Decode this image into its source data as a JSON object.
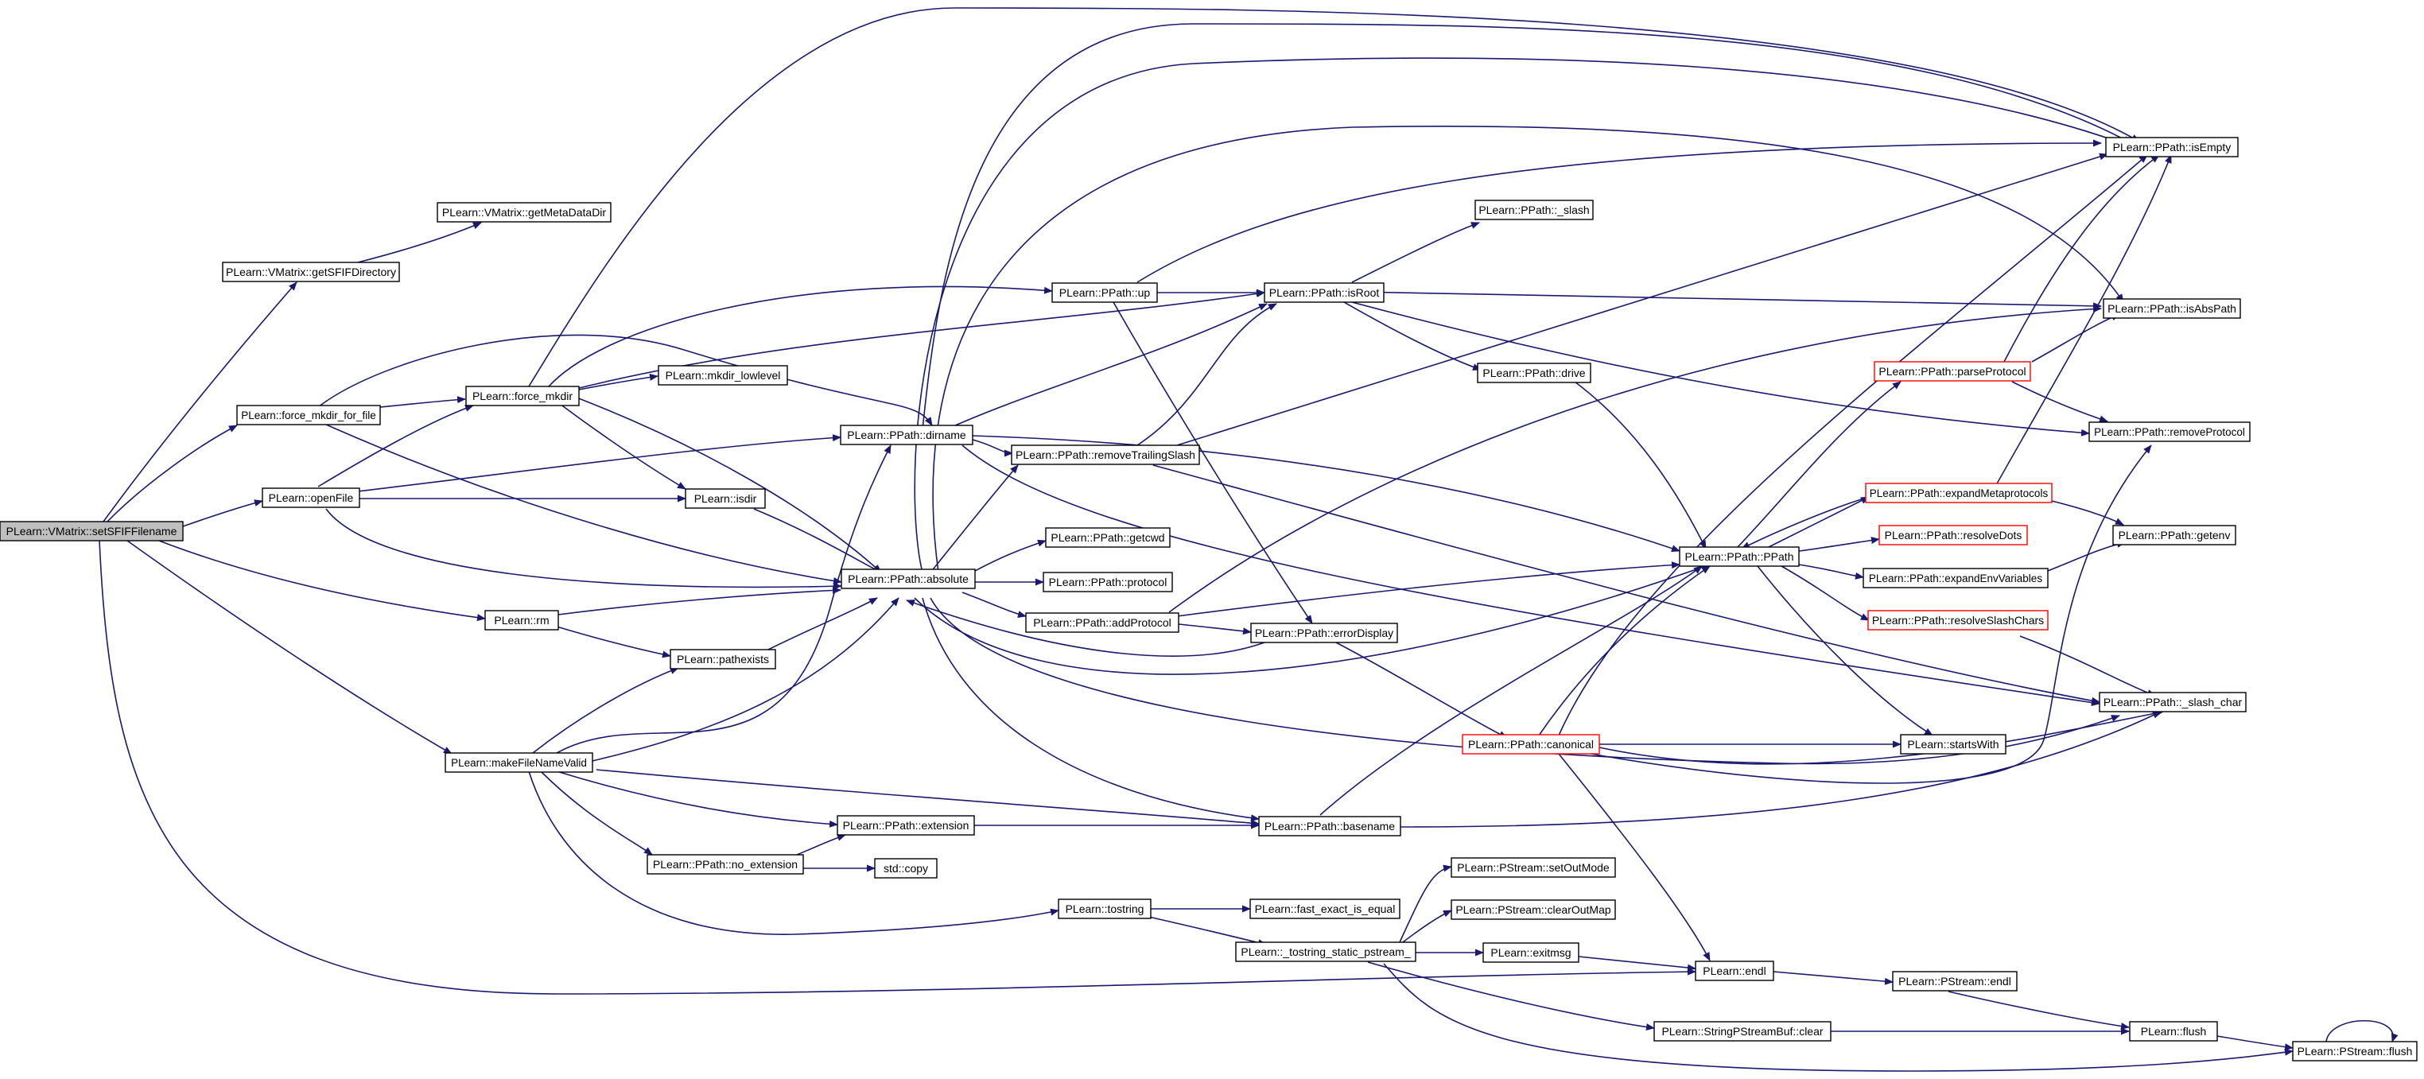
{
  "colors": {
    "edge": "#191970",
    "node_border": "#000000",
    "node_border_truncated": "#ff0000",
    "root_fill": "#bfbfbf",
    "node_fill": "#ffffff"
  },
  "nodes": [
    {
      "id": "setSFIF",
      "label": "PLearn::VMatrix::setSFIFFilename",
      "style": "root"
    },
    {
      "id": "getMeta",
      "label": "PLearn::VMatrix::getMetaDataDir"
    },
    {
      "id": "getSFIFDir",
      "label": "PLearn::VMatrix::getSFIFDirectory"
    },
    {
      "id": "forceMkdirFile",
      "label": "PLearn::force_mkdir_for_file"
    },
    {
      "id": "forceMkdir",
      "label": "PLearn::force_mkdir"
    },
    {
      "id": "mkdirLow",
      "label": "PLearn::mkdir_lowlevel"
    },
    {
      "id": "openFile",
      "label": "PLearn::openFile"
    },
    {
      "id": "isdir",
      "label": "PLearn::isdir"
    },
    {
      "id": "rm",
      "label": "PLearn::rm"
    },
    {
      "id": "pathexists",
      "label": "PLearn::pathexists"
    },
    {
      "id": "makeValid",
      "label": "PLearn::makeFileNameValid"
    },
    {
      "id": "dirname",
      "label": "PLearn::PPath::dirname"
    },
    {
      "id": "absolute",
      "label": "PLearn::PPath::absolute"
    },
    {
      "id": "extension",
      "label": "PLearn::PPath::extension"
    },
    {
      "id": "noext",
      "label": "PLearn::PPath::no_extension"
    },
    {
      "id": "stdcopy",
      "label": "std::copy"
    },
    {
      "id": "up",
      "label": "PLearn::PPath::up"
    },
    {
      "id": "removeTrailing",
      "label": "PLearn::PPath::removeTrailingSlash"
    },
    {
      "id": "getcwd",
      "label": "PLearn::PPath::getcwd"
    },
    {
      "id": "protocol",
      "label": "PLearn::PPath::protocol"
    },
    {
      "id": "addProtocol",
      "label": "PLearn::PPath::addProtocol"
    },
    {
      "id": "tostring",
      "label": "PLearn::tostring"
    },
    {
      "id": "fastExact",
      "label": "PLearn::fast_exact_is_equal"
    },
    {
      "id": "tostringStatic",
      "label": "PLearn::_tostring_static_pstream_"
    },
    {
      "id": "isRoot",
      "label": "PLearn::PPath::isRoot"
    },
    {
      "id": "slash",
      "label": "PLearn::PPath::_slash"
    },
    {
      "id": "drive",
      "label": "PLearn::PPath::drive"
    },
    {
      "id": "errorDisplay",
      "label": "PLearn::PPath::errorDisplay"
    },
    {
      "id": "basename",
      "label": "PLearn::PPath::basename"
    },
    {
      "id": "setOutMode",
      "label": "PLearn::PStream::setOutMode"
    },
    {
      "id": "clearOutMap",
      "label": "PLearn::PStream::clearOutMap"
    },
    {
      "id": "exitmsg",
      "label": "PLearn::exitmsg"
    },
    {
      "id": "canonical",
      "label": "PLearn::PPath::canonical",
      "style": "red"
    },
    {
      "id": "ppath",
      "label": "PLearn::PPath::PPath"
    },
    {
      "id": "endl",
      "label": "PLearn::endl"
    },
    {
      "id": "sbufClear",
      "label": "PLearn::StringPStreamBuf::clear"
    },
    {
      "id": "parseProtocol",
      "label": "PLearn::PPath::parseProtocol",
      "style": "red"
    },
    {
      "id": "expandMeta",
      "label": "PLearn::PPath::expandMetaprotocols",
      "style": "red"
    },
    {
      "id": "resolveDots",
      "label": "PLearn::PPath::resolveDots",
      "style": "red"
    },
    {
      "id": "expandEnv",
      "label": "PLearn::PPath::expandEnvVariables"
    },
    {
      "id": "resolveSlash",
      "label": "PLearn::PPath::resolveSlashChars",
      "style": "red"
    },
    {
      "id": "startsWith",
      "label": "PLearn::startsWith"
    },
    {
      "id": "pstreamEndl",
      "label": "PLearn::PStream::endl"
    },
    {
      "id": "isEmpty",
      "label": "PLearn::PPath::isEmpty"
    },
    {
      "id": "isAbsPath",
      "label": "PLearn::PPath::isAbsPath"
    },
    {
      "id": "removeProtocol",
      "label": "PLearn::PPath::removeProtocol"
    },
    {
      "id": "getenv",
      "label": "PLearn::PPath::getenv"
    },
    {
      "id": "slashChar",
      "label": "PLearn::PPath::_slash_char"
    },
    {
      "id": "flush",
      "label": "PLearn::flush"
    },
    {
      "id": "pstreamFlush",
      "label": "PLearn::PStream::flush"
    }
  ]
}
